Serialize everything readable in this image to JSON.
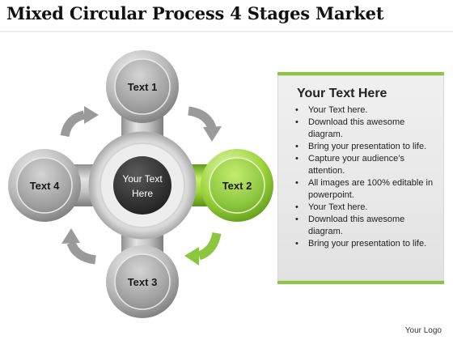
{
  "title": "Mixed Circular Process 4 Stages Market",
  "center": {
    "line1": "Your Text",
    "line2": "Here"
  },
  "stages": [
    {
      "label": "Text 1",
      "color": "#7a7a7a"
    },
    {
      "label": "Text 2",
      "color": "#8cc63f"
    },
    {
      "label": "Text 3",
      "color": "#7a7a7a"
    },
    {
      "label": "Text 4",
      "color": "#7a7a7a"
    }
  ],
  "arrows": [
    {
      "name": "top-right-arrow",
      "color": "#9a9a9a"
    },
    {
      "name": "bottom-right-arrow",
      "color": "#8cc63f"
    },
    {
      "name": "bottom-left-arrow",
      "color": "#9a9a9a"
    },
    {
      "name": "top-left-arrow",
      "color": "#9a9a9a"
    }
  ],
  "panel": {
    "heading": "Your Text Here",
    "items": [
      "Your Text here.",
      "Download this awesome diagram.",
      "Bring your presentation to life.",
      "Capture your audience’s attention.",
      "All images are 100% editable in powerpoint.",
      "Your Text here.",
      "Download this awesome diagram.",
      "Bring your presentation to life."
    ],
    "accent": "#8cc63f"
  },
  "logo": "Your Logo"
}
